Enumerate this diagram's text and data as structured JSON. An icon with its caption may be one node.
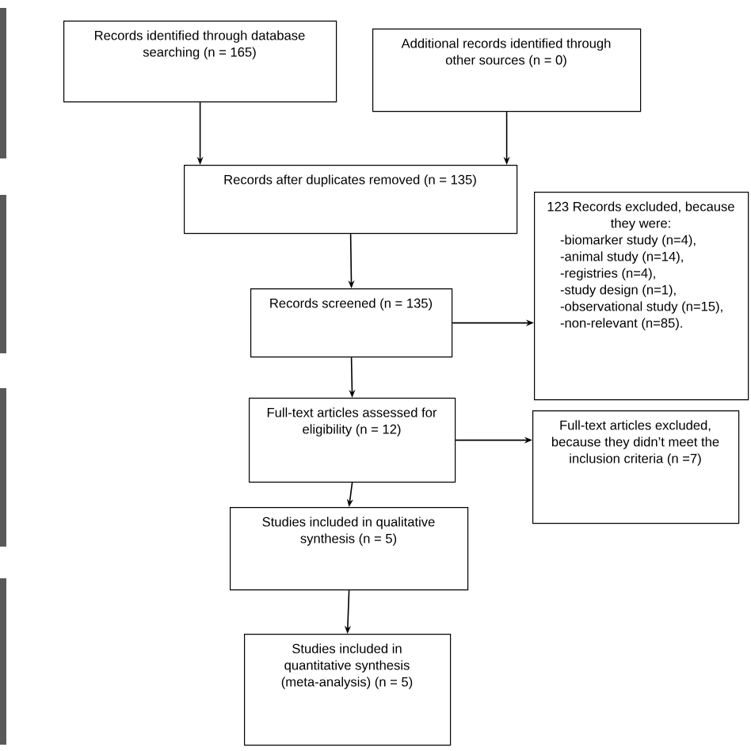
{
  "diagram": {
    "nodes": [
      {
        "text": [
          "Records identified through database searching (n = 165)"
        ]
      },
      {
        "text": [
          "Additional records identified through other sources (n = 0)"
        ]
      },
      {
        "text": [
          "Records after duplicates removed (n = 135)"
        ]
      },
      {
        "text": [
          "Records screened (n = 135)"
        ]
      },
      {
        "text": [
          "123 Records excluded, because they were:",
          "-biomarker study (n=4),",
          "-animal study (n=14),",
          "-registries (n=4),",
          "-study design (n=1),",
          "-observational study (n=15),",
          "-non-relevant (n=85)."
        ]
      },
      {
        "text": [
          "Full-text articles assessed for eligibility (n = 12)"
        ]
      },
      {
        "text": [
          "Full-text articles excluded, because they didn’t meet the inclusion criteria (n =7)"
        ]
      },
      {
        "text": [
          "Studies included in qualitative synthesis (n = 5)"
        ]
      },
      {
        "text": [
          "Studies included in quantitative synthesis (meta-analysis) (n = 5)"
        ]
      }
    ],
    "edges": [
      {
        "from": 0,
        "to": 2,
        "arrow": "to"
      },
      {
        "from": 1,
        "to": 2,
        "arrow": "to"
      },
      {
        "from": 2,
        "to": 3,
        "arrow": "to"
      },
      {
        "from": 3,
        "to": 4,
        "arrow": "to"
      },
      {
        "from": 3,
        "to": 5,
        "arrow": "to"
      },
      {
        "from": 5,
        "to": 6,
        "arrow": "to"
      },
      {
        "from": 5,
        "to": 7,
        "arrow": "to"
      },
      {
        "from": 7,
        "to": 8,
        "arrow": "to"
      }
    ]
  }
}
